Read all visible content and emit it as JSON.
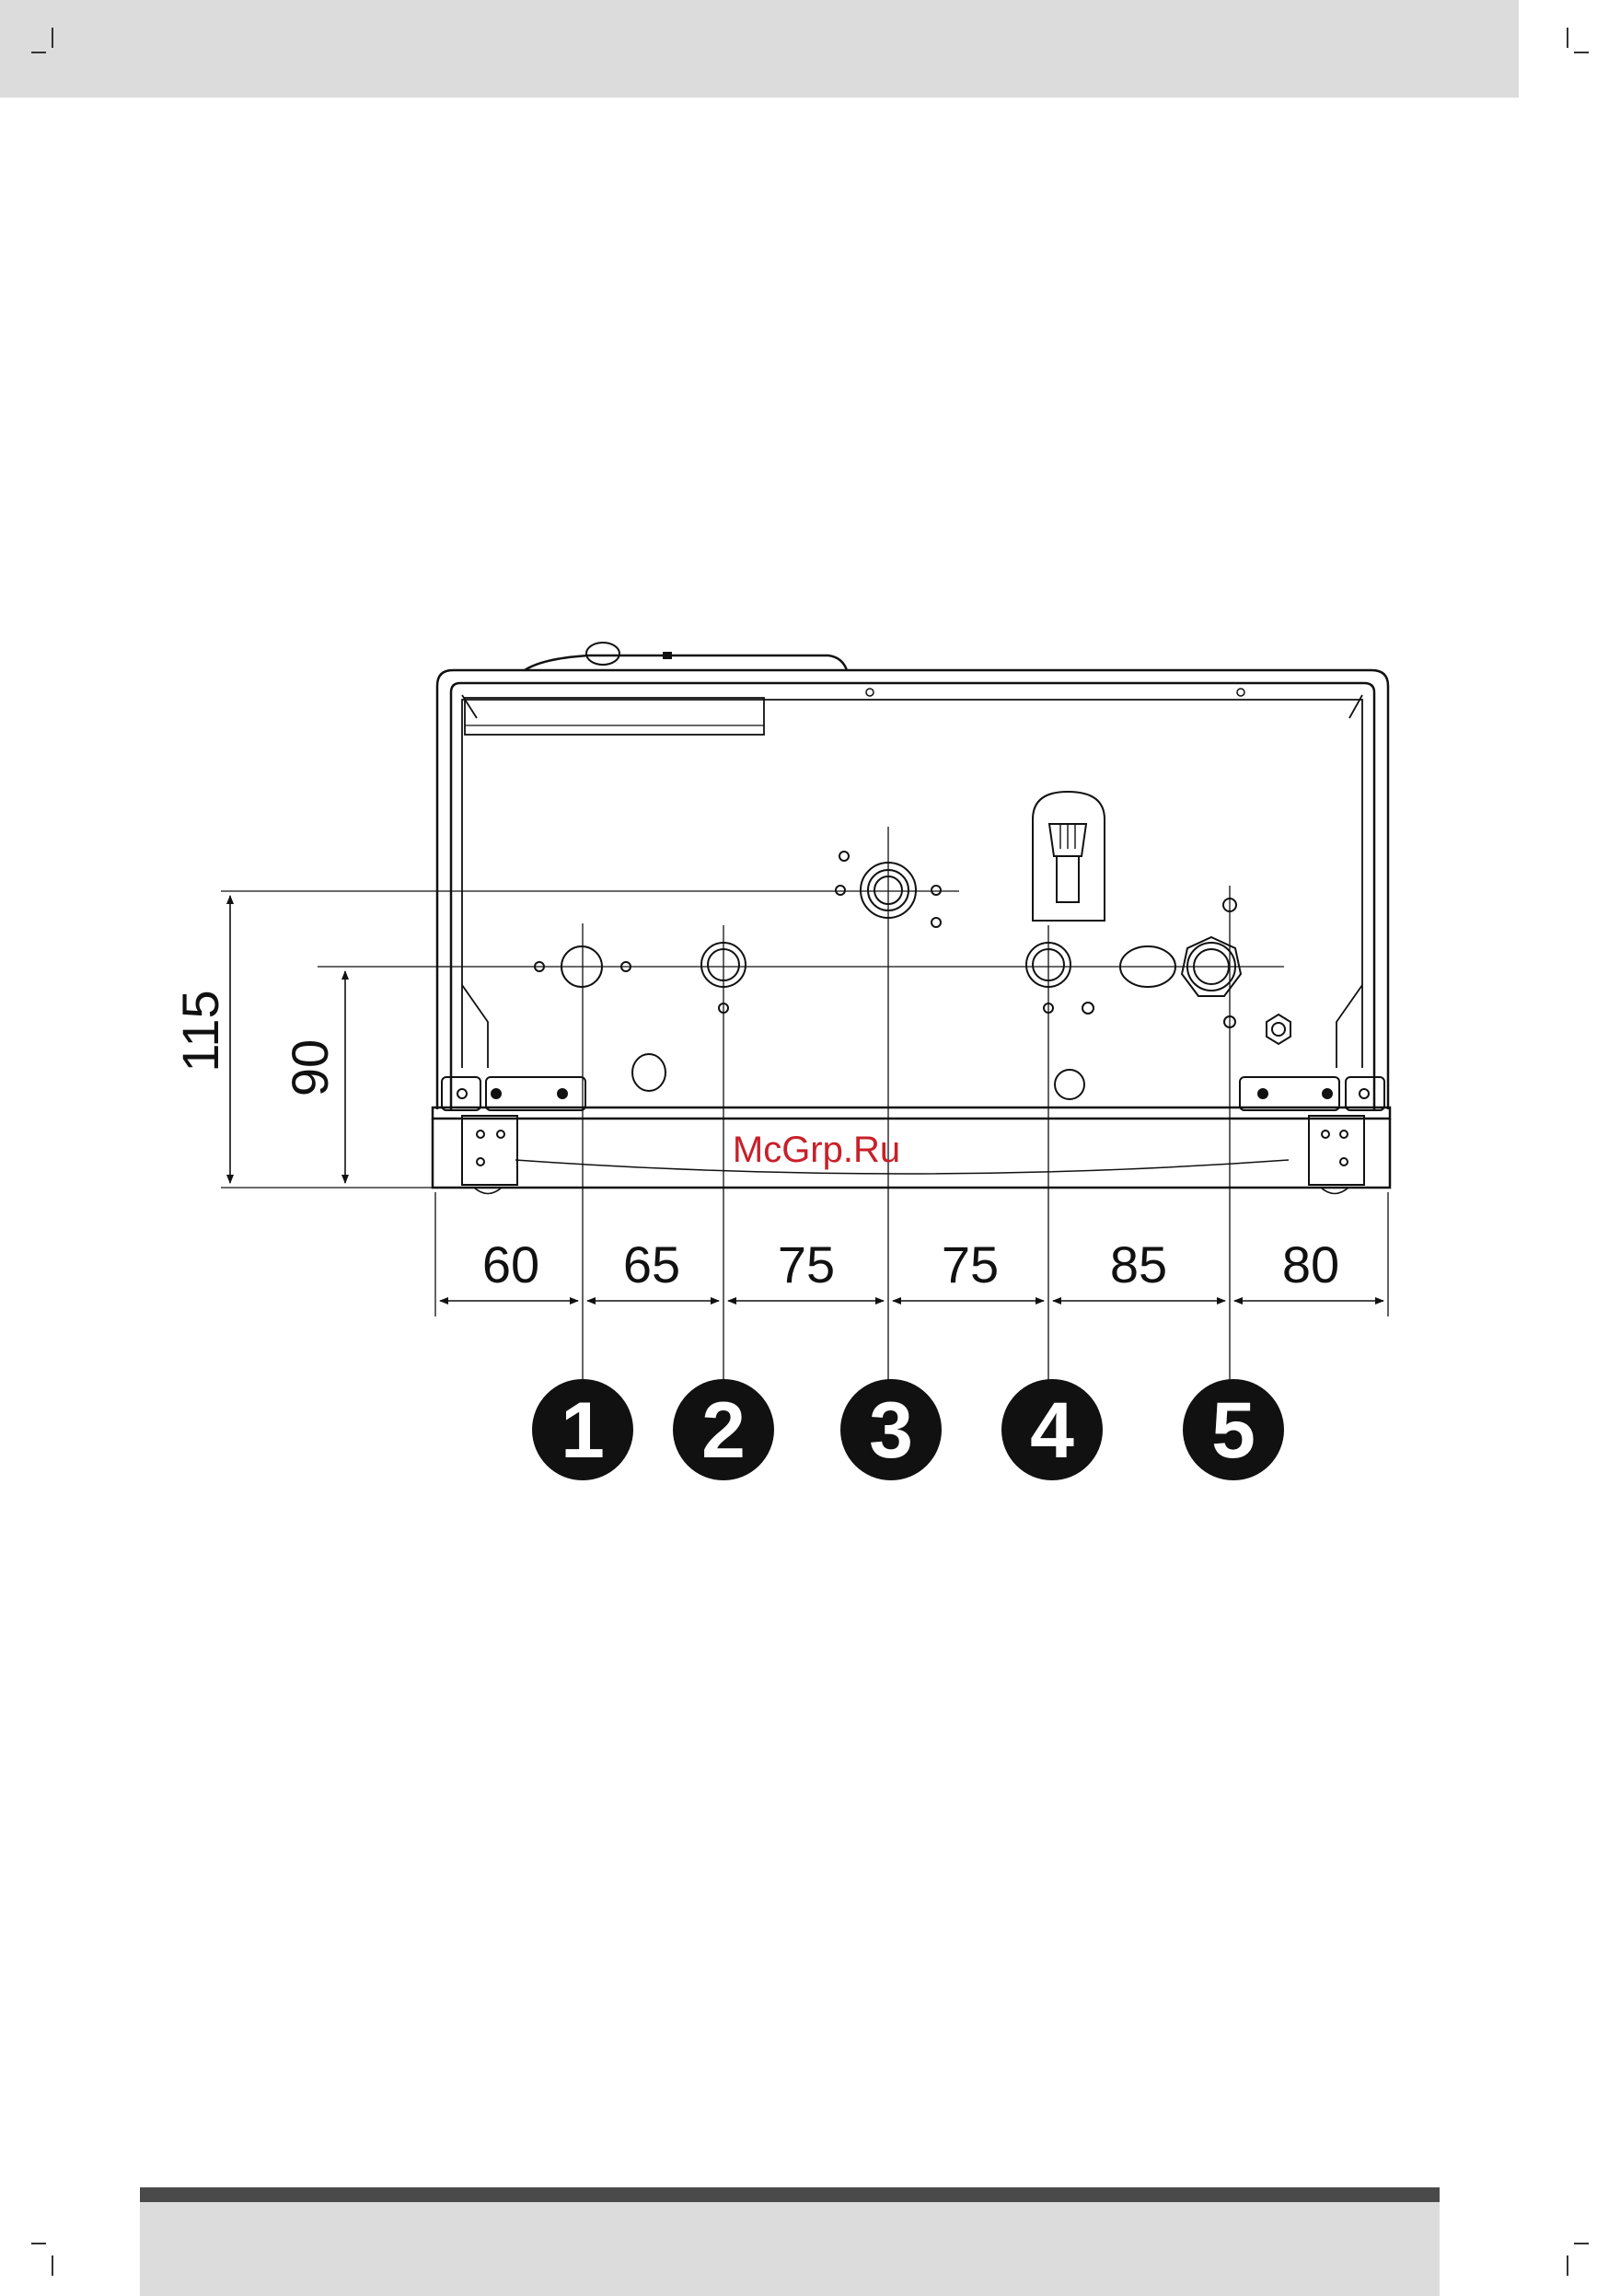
{
  "watermark": "McGrp.Ru",
  "vertical_dimensions": [
    "115",
    "90"
  ],
  "horizontal_dimensions": [
    "60",
    "65",
    "75",
    "75",
    "85",
    "80"
  ],
  "connection_numbers": [
    "1",
    "2",
    "3",
    "4",
    "5"
  ],
  "colors": {
    "band": "#dcdcdc",
    "bar": "#4a4a4a",
    "watermark": "#c8202a",
    "badge": "#111111"
  }
}
